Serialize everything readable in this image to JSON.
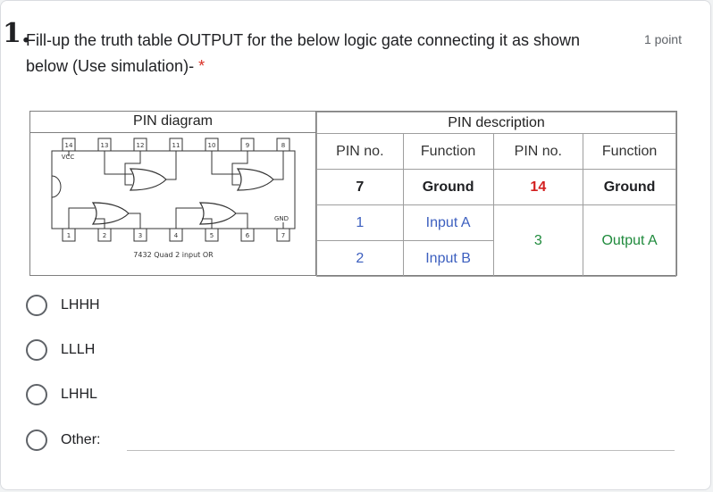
{
  "question": {
    "number": "1.",
    "text": "Fill-up the truth table OUTPUT for the below logic gate connecting it as shown below (Use simulation)- ",
    "required_mark": "*",
    "points": "1 point"
  },
  "figure": {
    "pin_diagram_title": "PIN diagram",
    "chip": {
      "top_pins": [
        "14",
        "13",
        "12",
        "11",
        "10",
        "9",
        "8"
      ],
      "bottom_pins": [
        "1",
        "2",
        "3",
        "4",
        "5",
        "6",
        "7"
      ],
      "vcc_label": "VCC",
      "gnd_label": "GND",
      "caption": "7432 Quad 2 input OR"
    },
    "pin_description_title": "PIN description",
    "columns": [
      "PIN no.",
      "Function",
      "PIN no.",
      "Function"
    ],
    "rows": {
      "ground": {
        "pin1": "7",
        "func1": "Ground",
        "pin2": "14",
        "func2": "Ground"
      },
      "input_a": {
        "pin": "1",
        "func": "Input A"
      },
      "input_b": {
        "pin": "2",
        "func": "Input B"
      },
      "output": {
        "pin": "3",
        "func": "Output A"
      }
    }
  },
  "options": [
    {
      "label": "LHHH"
    },
    {
      "label": "LLLH"
    },
    {
      "label": "LHHL"
    },
    {
      "label": "Other:"
    }
  ]
}
